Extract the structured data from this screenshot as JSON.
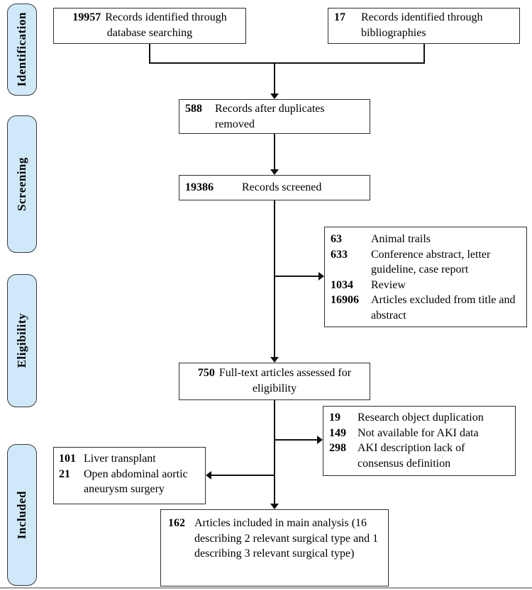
{
  "colors": {
    "sidebar_fill": "#cfe9fa",
    "sidebar_border": "#3a3a3a",
    "box_border": "#2f2f2f",
    "connector": "#111111",
    "bottom_rule": "#9e9e9e"
  },
  "stages": [
    {
      "label": "Identification"
    },
    {
      "label": "Screening"
    },
    {
      "label": "Eligibility"
    },
    {
      "label": "Included"
    }
  ],
  "boxes": {
    "database": {
      "count": "19957",
      "line1": "Records identified through",
      "line2": "database searching"
    },
    "bibliographies": {
      "count": "17",
      "text": "Records identified through bibliographies"
    },
    "duplicates": {
      "count": "588",
      "text": "Records after duplicates removed"
    },
    "screened": {
      "count": "19386",
      "text": "Records screened"
    },
    "excluded_screening": {
      "items": [
        {
          "count": "63",
          "text": "Animal trails"
        },
        {
          "count": "633",
          "text": "Conference abstract, letter guideline, case report"
        },
        {
          "count": "1034",
          "text": "Review"
        },
        {
          "count": "16906",
          "text": "Articles excluded from title and abstract"
        }
      ]
    },
    "fulltext": {
      "count": "750",
      "line1": "Full-text articles assessed for",
      "line2": "eligibility"
    },
    "excluded_eligibility": {
      "items": [
        {
          "count": "19",
          "text": "Research object duplication"
        },
        {
          "count": "149",
          "text": "Not available for AKI data"
        },
        {
          "count": "298",
          "text": "AKI description lack of consensus definition"
        }
      ]
    },
    "excluded_surgery": {
      "items": [
        {
          "count": "101",
          "text": "Liver transplant"
        },
        {
          "count": "21",
          "text": "Open abdominal aortic aneurysm surgery"
        }
      ]
    },
    "included": {
      "count": "162",
      "text": "Articles included in main analysis (16 describing 2 relevant surgical type  and 1 describing 3 relevant surgical type)"
    }
  }
}
